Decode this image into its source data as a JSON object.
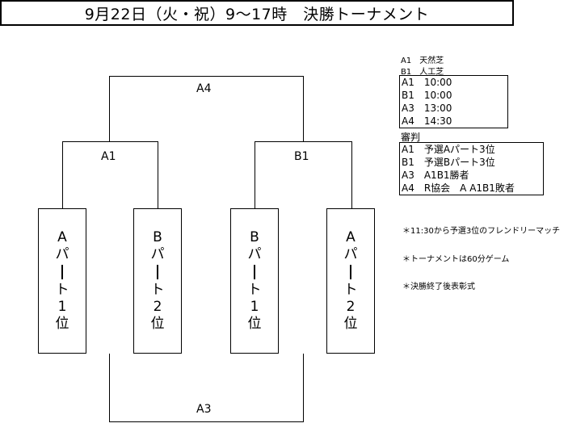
{
  "title": "9月22日（火・祝）9～17時　決勝トーナメント",
  "venues": [
    "A1　天然芝",
    "B1　人工芝"
  ],
  "schedule": [
    "A1　10:00",
    "B1　10:00",
    "A3　13:00",
    "A4　14:30"
  ],
  "referee_heading": "審判",
  "referees": [
    "A1　予選Aパート3位",
    "B1　予選Bパート3位",
    "A3　A1B1勝者",
    "A4　R協会　A A1B1敗者"
  ],
  "bracket": {
    "final_label": "A4",
    "semi_left": "A1",
    "semi_right": "B1",
    "third_place_label": "A3",
    "teams": [
      [
        "A",
        "パ",
        "|",
        "ト",
        "1",
        "位"
      ],
      [
        "B",
        "パ",
        "|",
        "ト",
        "2",
        "位"
      ],
      [
        "B",
        "パ",
        "|",
        "ト",
        "1",
        "位"
      ],
      [
        "A",
        "パ",
        "|",
        "ト",
        "2",
        "位"
      ]
    ]
  },
  "notes": [
    "＊11:30から予選3位のフレンドリーマッチ",
    "＊トーナメントは60分ゲーム",
    "＊決勝終了後表彰式"
  ]
}
